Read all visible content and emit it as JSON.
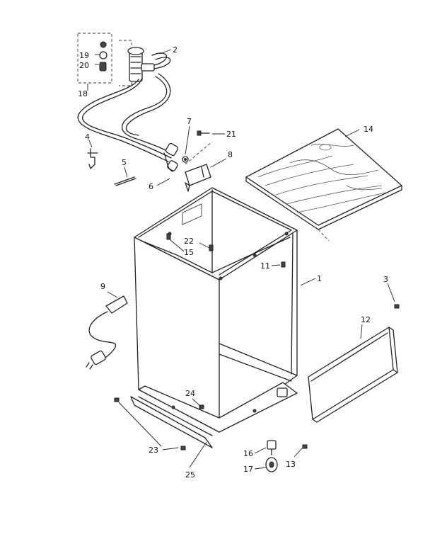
{
  "parts": [
    {
      "id": "p1",
      "number": "1"
    },
    {
      "id": "p2",
      "number": "2"
    },
    {
      "id": "p3",
      "number": "3"
    },
    {
      "id": "p4",
      "number": "4"
    },
    {
      "id": "p5",
      "number": "5"
    },
    {
      "id": "p6",
      "number": "6"
    },
    {
      "id": "p7",
      "number": "7"
    },
    {
      "id": "p8",
      "number": "8"
    },
    {
      "id": "p9",
      "number": "9"
    },
    {
      "id": "p11",
      "number": "11"
    },
    {
      "id": "p12",
      "number": "12"
    },
    {
      "id": "p13",
      "number": "13"
    },
    {
      "id": "p14",
      "number": "14"
    },
    {
      "id": "p15",
      "number": "15"
    },
    {
      "id": "p16",
      "number": "16"
    },
    {
      "id": "p17",
      "number": "17"
    },
    {
      "id": "p18",
      "number": "18"
    },
    {
      "id": "p19",
      "number": "19"
    },
    {
      "id": "p20",
      "number": "20"
    },
    {
      "id": "p21",
      "number": "21"
    },
    {
      "id": "p22",
      "number": "22"
    },
    {
      "id": "p23",
      "number": "23"
    },
    {
      "id": "p24",
      "number": "24"
    },
    {
      "id": "p25",
      "number": "25"
    }
  ]
}
